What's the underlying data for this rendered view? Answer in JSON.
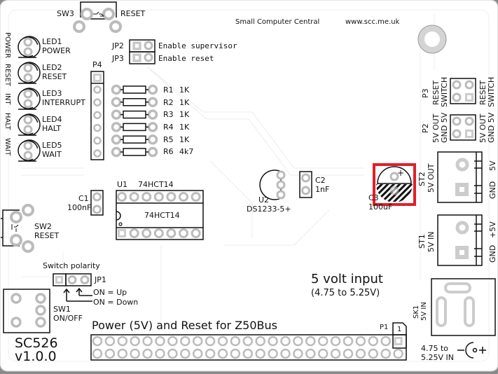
{
  "board": {
    "brand": "Small Computer Central",
    "url": "www.scc.me.uk",
    "title": "Power (5V) and Reset for Z50Bus",
    "model": "SC526",
    "version": "v1.0.0",
    "input_title": "5 volt input",
    "input_range": "(4.75 to 5.25V)",
    "highlight_color": "#e0202a"
  },
  "switches": {
    "sw3": {
      "ref": "SW3",
      "label": "RESET"
    },
    "sw2": {
      "ref": "SW2",
      "label": "RESET"
    },
    "sw1": {
      "ref": "SW1",
      "label": "ON/OFF"
    }
  },
  "jumpers": {
    "jp2": {
      "ref": "JP2",
      "label": "Enable supervisor"
    },
    "jp3": {
      "ref": "JP3",
      "label": "Enable reset"
    },
    "jp1": {
      "ref": "JP1",
      "title": "Switch polarity",
      "on_up": "ON = Up",
      "on_down": "ON = Down"
    }
  },
  "side_labels": [
    "POWER",
    "RESET",
    "INT",
    "HALT",
    "WAIT"
  ],
  "leds": [
    {
      "ref": "LED1",
      "label": "POWER"
    },
    {
      "ref": "LED2",
      "label": "RESET"
    },
    {
      "ref": "LED3",
      "label": "INTERRUPT"
    },
    {
      "ref": "LED4",
      "label": "HALT"
    },
    {
      "ref": "LED5",
      "label": "WAIT"
    }
  ],
  "p4": {
    "ref": "P4"
  },
  "resistors": [
    {
      "ref": "R1",
      "value": "1K"
    },
    {
      "ref": "R2",
      "value": "1K"
    },
    {
      "ref": "R3",
      "value": "1K"
    },
    {
      "ref": "R4",
      "value": "1K"
    },
    {
      "ref": "R5",
      "value": "1K"
    },
    {
      "ref": "R6",
      "value": "4k7"
    }
  ],
  "caps": {
    "c1": {
      "ref": "C1",
      "value": "100nF"
    },
    "c2": {
      "ref": "C2",
      "value": "1nF"
    },
    "c3": {
      "ref": "C3",
      "value": "100uF"
    }
  },
  "u1": {
    "ref": "U1",
    "part": "74HCT14",
    "body": "74HCT14"
  },
  "u2": {
    "ref": "U2",
    "part": "DS1233-5+"
  },
  "p3": {
    "ref": "P3",
    "left": [
      "RESET",
      "SWITCH"
    ],
    "right": [
      "RESET",
      "SWITCH"
    ]
  },
  "p2": {
    "ref": "P2",
    "left": [
      "5V OUT",
      "GND 5V"
    ],
    "right": [
      "5V OUT",
      "GND 5V"
    ]
  },
  "st2": {
    "ref": "ST2",
    "label": "5V OUT",
    "pin_top": "5V",
    "pin_bottom": "GND"
  },
  "st1": {
    "ref": "ST1",
    "label": "5V IN",
    "pin_top": "+5V",
    "pin_bottom": "GND"
  },
  "sk1": {
    "ref": "SK1",
    "label": "5V IN",
    "range_line1": "4.75 to",
    "range_line2": "5.25V IN",
    "polarity_minus": "−",
    "polarity_plus": "+"
  },
  "p1": {
    "ref": "P1",
    "pin1": "1",
    "columns": 25,
    "rows": 2
  }
}
